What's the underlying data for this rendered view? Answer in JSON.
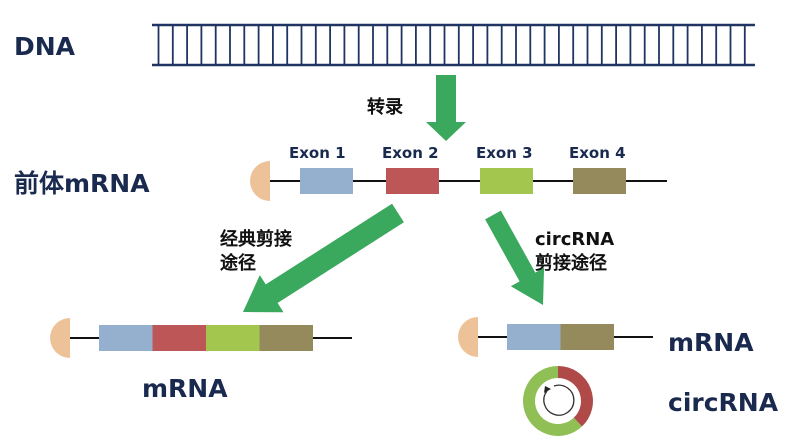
{
  "title_labels": {
    "dna": "DNA",
    "pre_mrna": "前体mRNA",
    "transcription": "转录",
    "canonical_splicing_line1": "经典剪接",
    "canonical_splicing_line2": "途径",
    "circ_splicing_line1": "circRNA",
    "circ_splicing_line2": "剪接途径",
    "mrna_left": "mRNA",
    "mrna_right": "mRNA",
    "circrna": "circRNA"
  },
  "exons": [
    {
      "label": "Exon 1",
      "color": "#95b0cf"
    },
    {
      "label": "Exon 2",
      "color": "#bd5656"
    },
    {
      "label": "Exon 3",
      "color": "#a3c64e"
    },
    {
      "label": "Exon 4",
      "color": "#958a5b"
    }
  ],
  "colors": {
    "dna": "#1f3462",
    "cap": "#eec298",
    "arrow": "#3aa85d",
    "line": "#111111",
    "circ_outer_green": "#8fbf55",
    "circ_outer_red": "#b04a48"
  },
  "products": {
    "canonical_mrna_exons": [
      0,
      1,
      2,
      3
    ],
    "circ_mrna_exons": [
      0,
      3
    ],
    "circrna_exons": [
      1,
      2
    ],
    "circrna_red_fraction": 0.38
  }
}
